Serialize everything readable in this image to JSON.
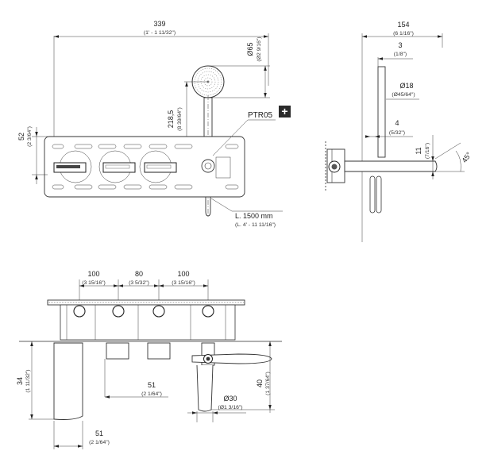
{
  "top_view": {
    "width": {
      "value": "339",
      "sub": "(1' - 1 11/32\")"
    },
    "head_diameter": {
      "value": "Ø65",
      "sub": "(Ø2 9/16\")"
    },
    "head_height": {
      "value": "218,5",
      "sub": "(8 39/64\")"
    },
    "plate_height": {
      "value": "52",
      "sub": "(2 3/64\")"
    },
    "accessory_code": "PTR05",
    "plus_glyph": "+",
    "hose_length": {
      "value": "L. 1500 mm",
      "sub": "(L. 4' - 11 11/16\")"
    }
  },
  "side_view": {
    "depth": {
      "value": "154",
      "sub": "(6 1/16\")"
    },
    "wall_offset": {
      "value": "3",
      "sub": "(1/8\")"
    },
    "handle_diameter": {
      "value": "Ø18",
      "sub": "(Ø45/64\")"
    },
    "gap": {
      "value": "4",
      "sub": "(5/32\")"
    },
    "spout_height": {
      "value": "11",
      "sub": "(7/16\")"
    },
    "angle": "45°"
  },
  "front_view": {
    "spacing_left": {
      "value": "100",
      "sub": "(3 15/16\")"
    },
    "spacing_mid": {
      "value": "80",
      "sub": "(3 5/32\")"
    },
    "spacing_right": {
      "value": "100",
      "sub": "(3 15/16\")"
    },
    "spout_depth": {
      "value": "34",
      "sub": "(1 11/32\")"
    },
    "handle_depth": {
      "value": "51",
      "sub": "(2 1/64\")"
    },
    "holder_depth": {
      "value": "40",
      "sub": "(1 37/64\")"
    },
    "holder_diameter": {
      "value": "Ø30",
      "sub": "(Ø1 3/16\")"
    },
    "spout_width": {
      "value": "51",
      "sub": "(2 1/64\")"
    }
  }
}
